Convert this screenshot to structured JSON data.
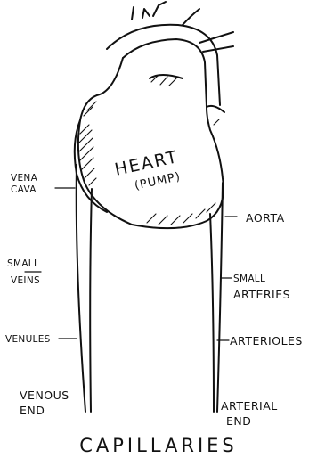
{
  "diagram": {
    "heart_label": "HEART",
    "heart_sublabel": "(PUMP)",
    "left_labels": {
      "vena_cava_line1": "VENA",
      "vena_cava_line2": "CAVA",
      "small_veins_line1": "SMALL",
      "small_veins_line2": "VEINS",
      "venules": "VENULES",
      "venous_end_line1": "VENOUS",
      "venous_end_line2": "END"
    },
    "right_labels": {
      "aorta": "AORTA",
      "small_arteries_line1": "SMALL",
      "small_arteries_line2": "ARTERIES",
      "arterioles": "ARTERIOLES",
      "arterial_end_line1": "ARTERIAL",
      "arterial_end_line2": "END"
    },
    "bottom_title": "CAPILLARIES"
  }
}
